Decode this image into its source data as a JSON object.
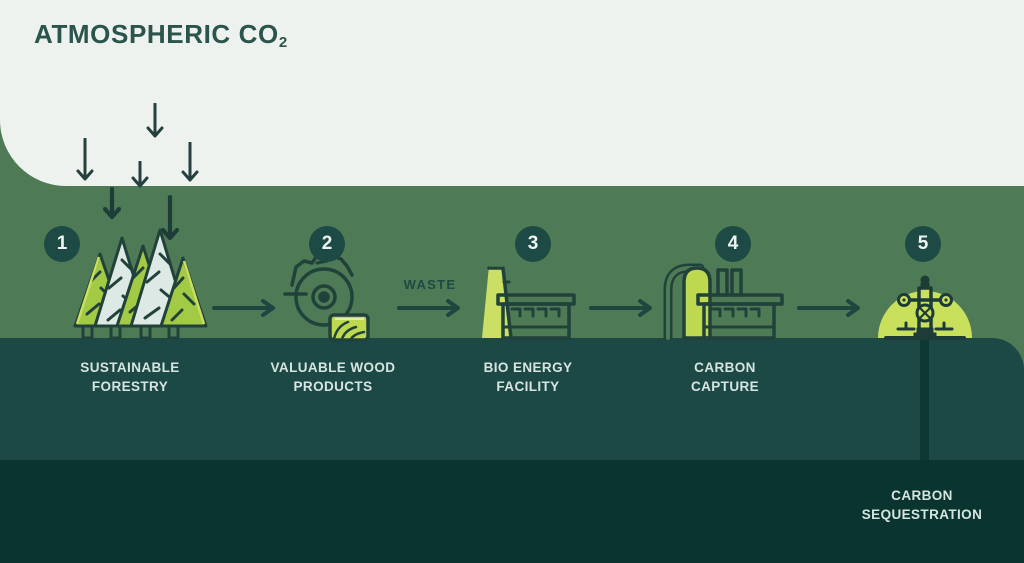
{
  "title": {
    "text": "ATMOSPHERIC CO",
    "subscript": "2"
  },
  "flow": {
    "waste_label": "WASTE"
  },
  "steps": [
    {
      "number": "1",
      "label": "SUSTAINABLE\nFORESTRY",
      "icon": "forest-icon"
    },
    {
      "number": "2",
      "label": "VALUABLE WOOD\nPRODUCTS",
      "icon": "circular-saw-icon"
    },
    {
      "number": "3",
      "label": "BIO ENERGY\nFACILITY",
      "icon": "bio-energy-facility-icon"
    },
    {
      "number": "4",
      "label": "CARBON\nCAPTURE",
      "icon": "carbon-capture-facility-icon"
    },
    {
      "number": "5",
      "label": "CARBON\nSEQUESTRATION",
      "icon": "wellhead-icon"
    }
  ],
  "colors": {
    "sky": "#edf2ef",
    "canopy_band": "#4e7a55",
    "ground_band": "#1c4945",
    "subsurface_band": "#0a342f",
    "accent_green": "#bed94f",
    "bright_green": "#c9e05d",
    "pale_mint": "#dde9e4",
    "outline_ink": "#21413b",
    "label_text": "#d7e5e0",
    "title_text": "#2a544c"
  }
}
